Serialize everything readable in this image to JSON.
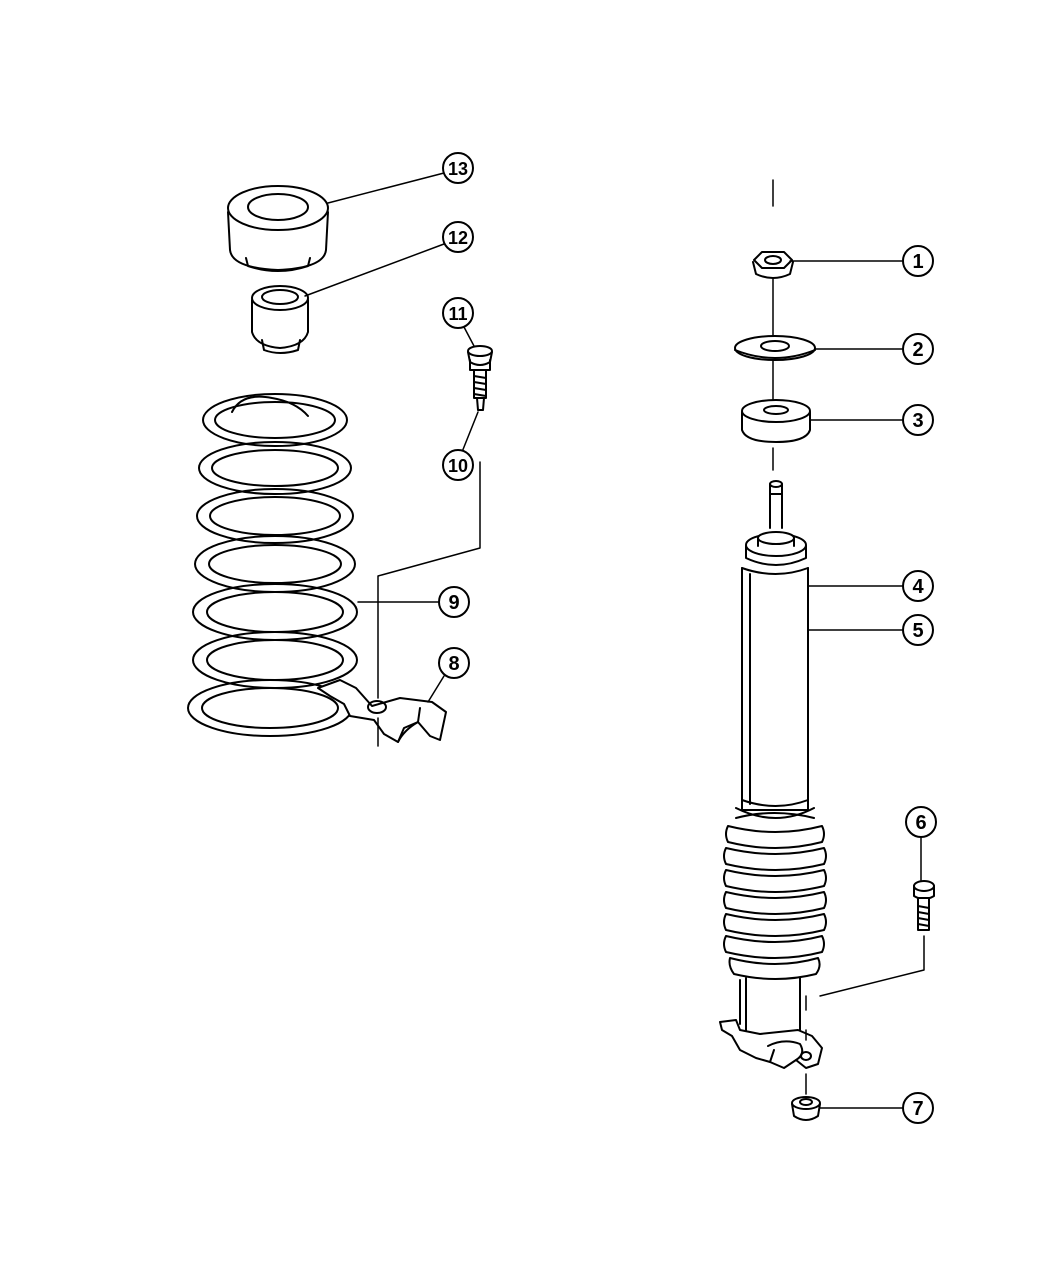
{
  "diagram": {
    "callouts": [
      {
        "id": "1",
        "label": "1"
      },
      {
        "id": "2",
        "label": "2"
      },
      {
        "id": "3",
        "label": "3"
      },
      {
        "id": "4",
        "label": "4"
      },
      {
        "id": "5",
        "label": "5"
      },
      {
        "id": "6",
        "label": "6"
      },
      {
        "id": "7",
        "label": "7"
      },
      {
        "id": "8",
        "label": "8"
      },
      {
        "id": "9",
        "label": "9"
      },
      {
        "id": "10",
        "label": "10"
      },
      {
        "id": "11",
        "label": "11"
      },
      {
        "id": "12",
        "label": "12"
      },
      {
        "id": "13",
        "label": "13"
      }
    ],
    "colors": {
      "ink": "#000000",
      "paper": "#ffffff"
    }
  }
}
